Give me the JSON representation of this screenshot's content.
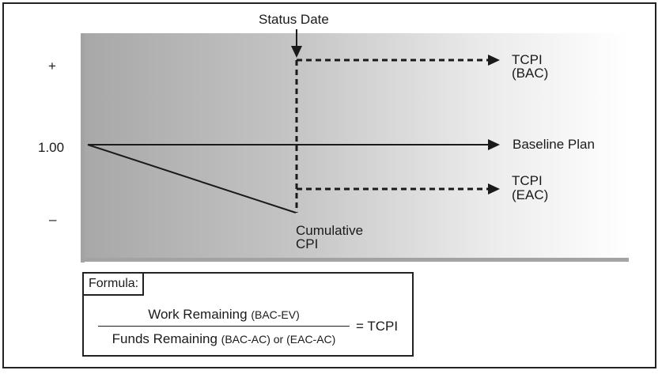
{
  "labels": {
    "status_date": "Status Date",
    "plus": "+",
    "one": "1.00",
    "minus": "–",
    "tcpi_bac_1": "TCPI",
    "tcpi_bac_2": "(BAC)",
    "baseline": "Baseline Plan",
    "tcpi_eac_1": "TCPI",
    "tcpi_eac_2": "(EAC)",
    "cum_cpi_1": "Cumulative",
    "cum_cpi_2": "CPI"
  },
  "formula": {
    "tag": "Formula:",
    "numerator": "Work Remaining",
    "numerator_paren": "(BAC-EV)",
    "denominator": "Funds Remaining",
    "denominator_paren": "(BAC-AC) or (EAC-AC)",
    "result": "= TCPI"
  },
  "colors": {
    "plot_left": "#a8a8a8",
    "plot_right": "#ffffff",
    "axis": "#a3a3a3",
    "line": "#1a1a1a"
  }
}
